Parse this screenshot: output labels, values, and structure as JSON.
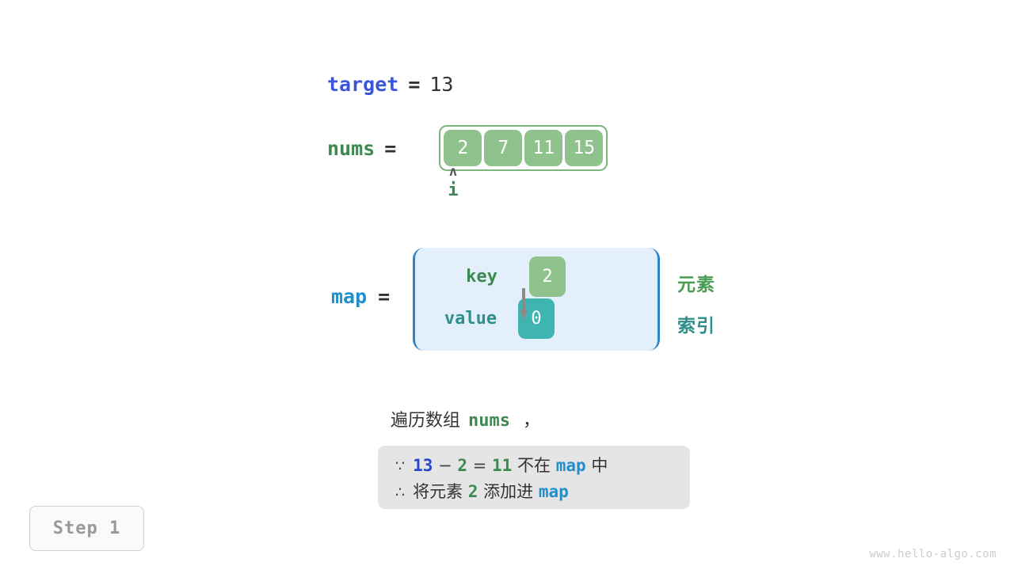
{
  "target": {
    "label": "target",
    "equals": "=",
    "value": "13"
  },
  "nums": {
    "label": "nums",
    "equals": "=",
    "cells": [
      "2",
      "7",
      "11",
      "15"
    ]
  },
  "pointer": {
    "caret": "ʌ",
    "label": "i"
  },
  "map": {
    "label": "map",
    "equals": "=",
    "key_label": "key",
    "value_label": "value",
    "key_cell": "2",
    "value_cell": "0",
    "arrow": "key-to-value-arrow"
  },
  "annotations": {
    "element": "元素",
    "index": "索引"
  },
  "caption": {
    "prefix": "遍历数组",
    "keyword": "nums",
    "comma": "，"
  },
  "info": {
    "line1": {
      "symbol": "∵",
      "a": "13",
      "minus": "−",
      "b": "2",
      "eq": "=",
      "c": "11",
      "text1": "不在",
      "map": "map",
      "text2": "中"
    },
    "line2": {
      "symbol": "∴",
      "text1": "将元素",
      "a": "2",
      "text2": "添加进",
      "map": "map"
    }
  },
  "step": {
    "label": "Step 1"
  },
  "watermark": {
    "text": "www.hello-algo.com"
  },
  "colors": {
    "target_blue": "#3a55d9",
    "nums_green": "#3c8a4f",
    "map_blue": "#1f8fce",
    "cell_green": "#8fc28d",
    "cell_teal": "#3eb5b0",
    "map_bg": "#e3f0fb",
    "map_border": "#2e84c8",
    "info_bg": "#e5e5e5",
    "arrow_gray": "#8a8a8a"
  }
}
